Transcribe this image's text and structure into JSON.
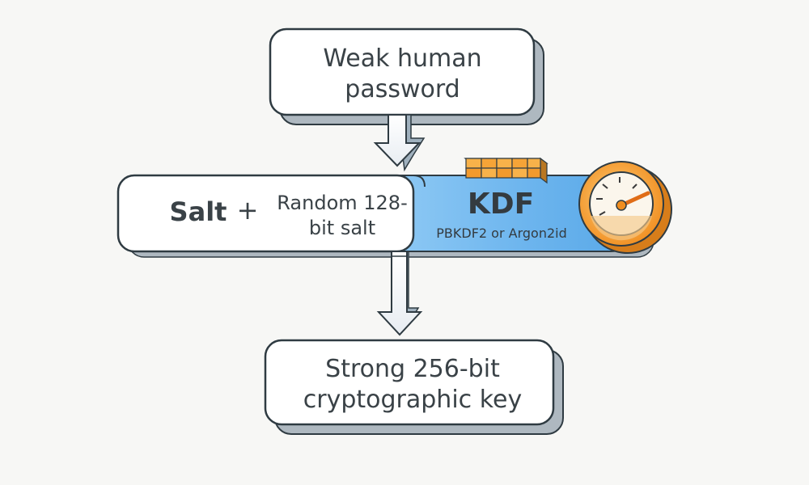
{
  "diagram": {
    "input_box": {
      "text": "Weak human password"
    },
    "salt_bar": {
      "salt_label": "Salt",
      "plus_sign": "+",
      "random_salt": "Random 128-bit salt"
    },
    "kdf": {
      "title": "KDF",
      "subtitle": "PBKDF2 or Argon2id"
    },
    "output_box": {
      "text": "Strong 256-bit cryptographic key"
    }
  },
  "colors": {
    "background": "#f7f7f5",
    "box_fill": "#ffffff",
    "box_shadow": "#b8c4cc",
    "outline": "#2f3b42",
    "kdf_blue": "#6fb8ef",
    "gauge_orange": "#f39a2b",
    "cells": "#f6a437"
  },
  "icons": {
    "gauge": "speedometer-gauge-icon",
    "cells": "memory-grid-icon",
    "arrow": "down-arrow-icon"
  }
}
